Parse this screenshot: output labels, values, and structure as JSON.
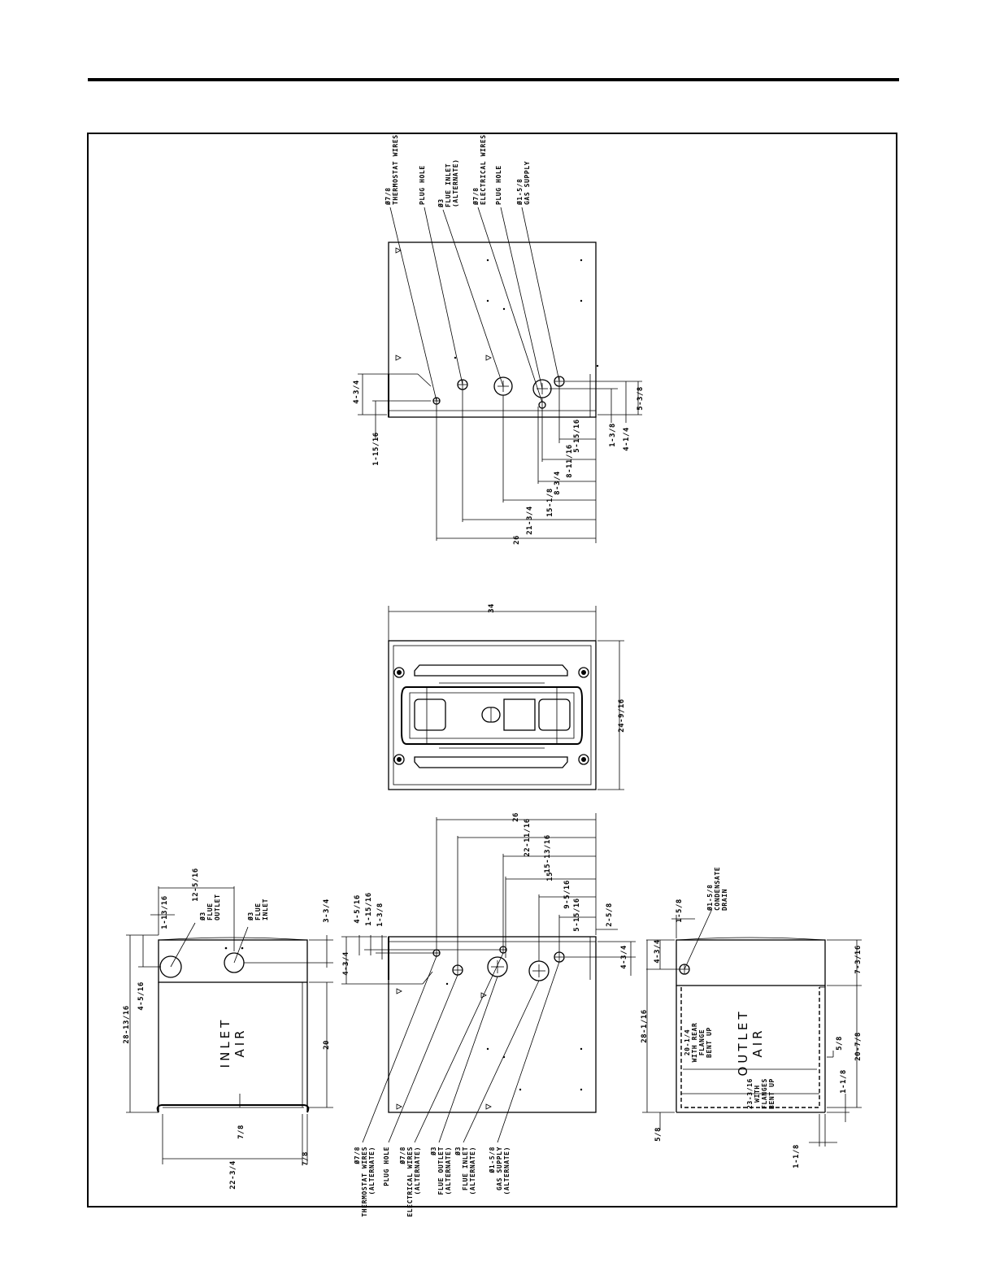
{
  "top_view": {
    "callouts": [
      [
        "Ø7/8",
        "THERMOSTAT WIRES"
      ],
      [
        "PLUG HOLE"
      ],
      [
        "Ø3",
        "FLUE INLET",
        "(ALTERNATE)"
      ],
      [
        "Ø7/8",
        "ELECTRICAL WIRES"
      ],
      [
        "PLUG HOLE"
      ],
      [
        "Ø1-5/8",
        "GAS SUPPLY"
      ]
    ],
    "dims": {
      "d_4_3_4": "4-3/4",
      "d_1_15_16": "1-15/16",
      "d_5_3_8": "5-3/8",
      "d_1_3_8": "1-3/8",
      "d_4_1_4": "4-1/4",
      "d_5_15_16": "5-15/16",
      "d_8_11_16": "8-11/16",
      "d_8_3_4": "8-3/4",
      "d_15_1_8": "15-1/8",
      "d_21_3_4": "21-3/4",
      "d_26": "26"
    }
  },
  "middle_view": {
    "dims": {
      "width": "34",
      "depth": "24-9/16"
    }
  },
  "inlet_view": {
    "label": [
      "INLET",
      "AIR"
    ],
    "callouts": [
      [
        "Ø3",
        "FLUE",
        "OUTLET"
      ],
      [
        "Ø3",
        "FLUE",
        "INLET"
      ]
    ],
    "dims": {
      "d_12_5_16": "12-5/16",
      "d_1_13_16": "1-13/16",
      "d_3_3_4": "3-3/4",
      "d_4_5_16": "4-5/16",
      "d_28_13_16": "28-13/16",
      "d_20": "20",
      "d_7_8a": "7/8",
      "d_22_3_4": "22-3/4",
      "d_7_8b": "7/8"
    }
  },
  "front_view": {
    "callouts": [
      [
        "Ø7/8",
        "THERMOSTAT WIRES",
        "(ALTERNATE)"
      ],
      [
        "PLUG HOLE"
      ],
      [
        "Ø7/8",
        "ELECTRICAL WIRES",
        "(ALTERNATE)"
      ],
      [
        "Ø3",
        "FLUE OUTLET",
        "(ALTERNATE)"
      ],
      [
        "Ø3",
        "FLUE INLET",
        "(ALTERNATE)"
      ],
      [
        "Ø1-5/8",
        "GAS SUPPLY",
        "(ALTERNATE)"
      ]
    ],
    "dims": {
      "d_26": "26",
      "d_22_11_16": "22-11/16",
      "d_15_13_16": "15-13/16",
      "d_15": "15",
      "d_9_5_16": "9-5/16",
      "d_5_15_16": "5-15/16",
      "d_2_5_8": "2-5/8",
      "d_4_3_4a": "4-3/4",
      "d_4_5_16": "4-5/16",
      "d_1_15_16": "1-15/16",
      "d_1_3_8": "1-3/8",
      "d_4_3_4b": "4-3/4"
    }
  },
  "outlet_view": {
    "label": [
      "OUTLET",
      "AIR"
    ],
    "callouts": [
      [
        "Ø1-5/8",
        "CONDENSATE",
        "DRAIN"
      ],
      [
        "20-1/4",
        "WITH REAR",
        "FLANGE",
        "BENT UP"
      ],
      [
        "23-3/16",
        "WITH",
        "FLANGES",
        "BENT UP"
      ]
    ],
    "dims": {
      "d_1_5_8": "1-5/8",
      "d_4_3_4": "4-3/4",
      "d_7_3_16": "7-3/16",
      "d_28_1_16": "28-1/16",
      "d_5_8a": "5/8",
      "d_20_7_8": "20-7/8",
      "d_1_1_8a": "1-1/8",
      "d_5_8b": "5/8",
      "d_1_1_8b": "1-1/8"
    }
  }
}
